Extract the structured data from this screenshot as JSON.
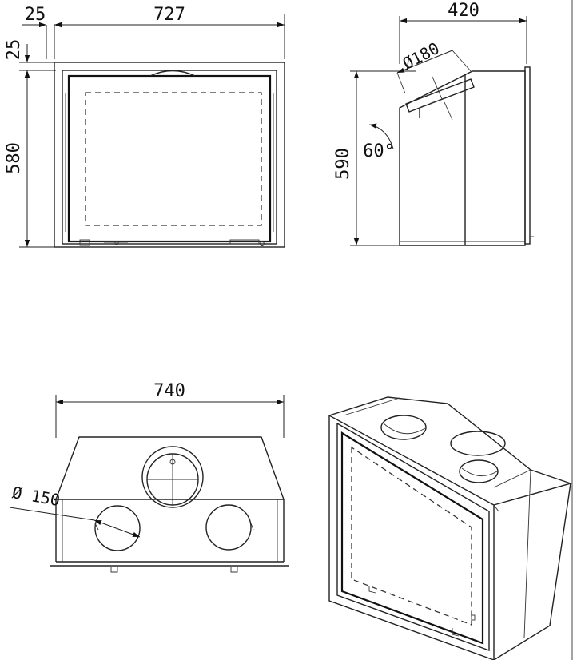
{
  "front_view": {
    "dim_frame_margin": "25",
    "dim_width": "727",
    "dim_top_margin": "25",
    "dim_height": "580"
  },
  "side_view": {
    "dim_depth": "420",
    "dim_flue_diameter": "Ø180",
    "dim_angle": "60°",
    "dim_height": "590"
  },
  "rear_view": {
    "dim_width": "740",
    "dim_inlet_diameter": "Ø 150"
  }
}
